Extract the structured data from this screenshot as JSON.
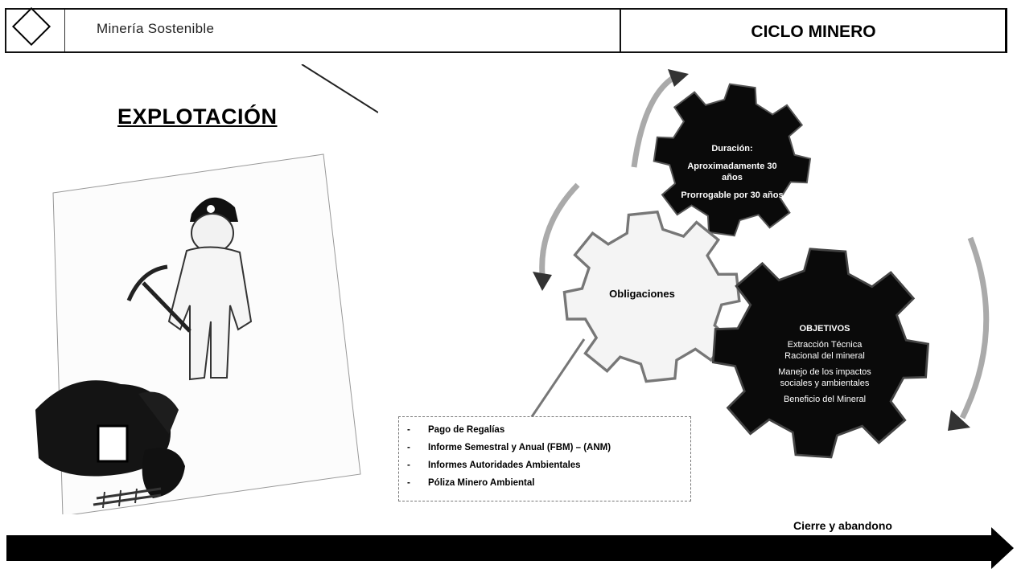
{
  "header": {
    "subtitle": "Minería Sostenible",
    "title": "CICLO MINERO"
  },
  "section": {
    "title": "EXPLOTACIÓN"
  },
  "gears": {
    "duration": {
      "heading": "Duración:",
      "line1": "Aproximadamente 30 años",
      "line2": "Prorrogable por 30 años"
    },
    "obligations": {
      "label": "Obligaciones"
    },
    "objectives": {
      "heading": "OBJETIVOS",
      "line1": "Extracción Técnica Racional del mineral",
      "line2": "Manejo de los impactos sociales y ambientales",
      "line3": "Beneficio del Mineral"
    }
  },
  "obligations_list": [
    "Pago de Regalías",
    "Informe Semestral y Anual (FBM) – (ANM)",
    "Informes Autoridades Ambientales",
    "Póliza Minero Ambiental"
  ],
  "footer": {
    "closing_label": "Cierre y abandono"
  },
  "colors": {
    "gear_dark": "#0a0a0a",
    "gear_light": "#f4f4f4",
    "background": "#ffffff"
  },
  "icons": [
    "diamond-logo-icon",
    "miner-figure-icon",
    "mine-entrance-icon",
    "cycle-arrow-icon"
  ]
}
